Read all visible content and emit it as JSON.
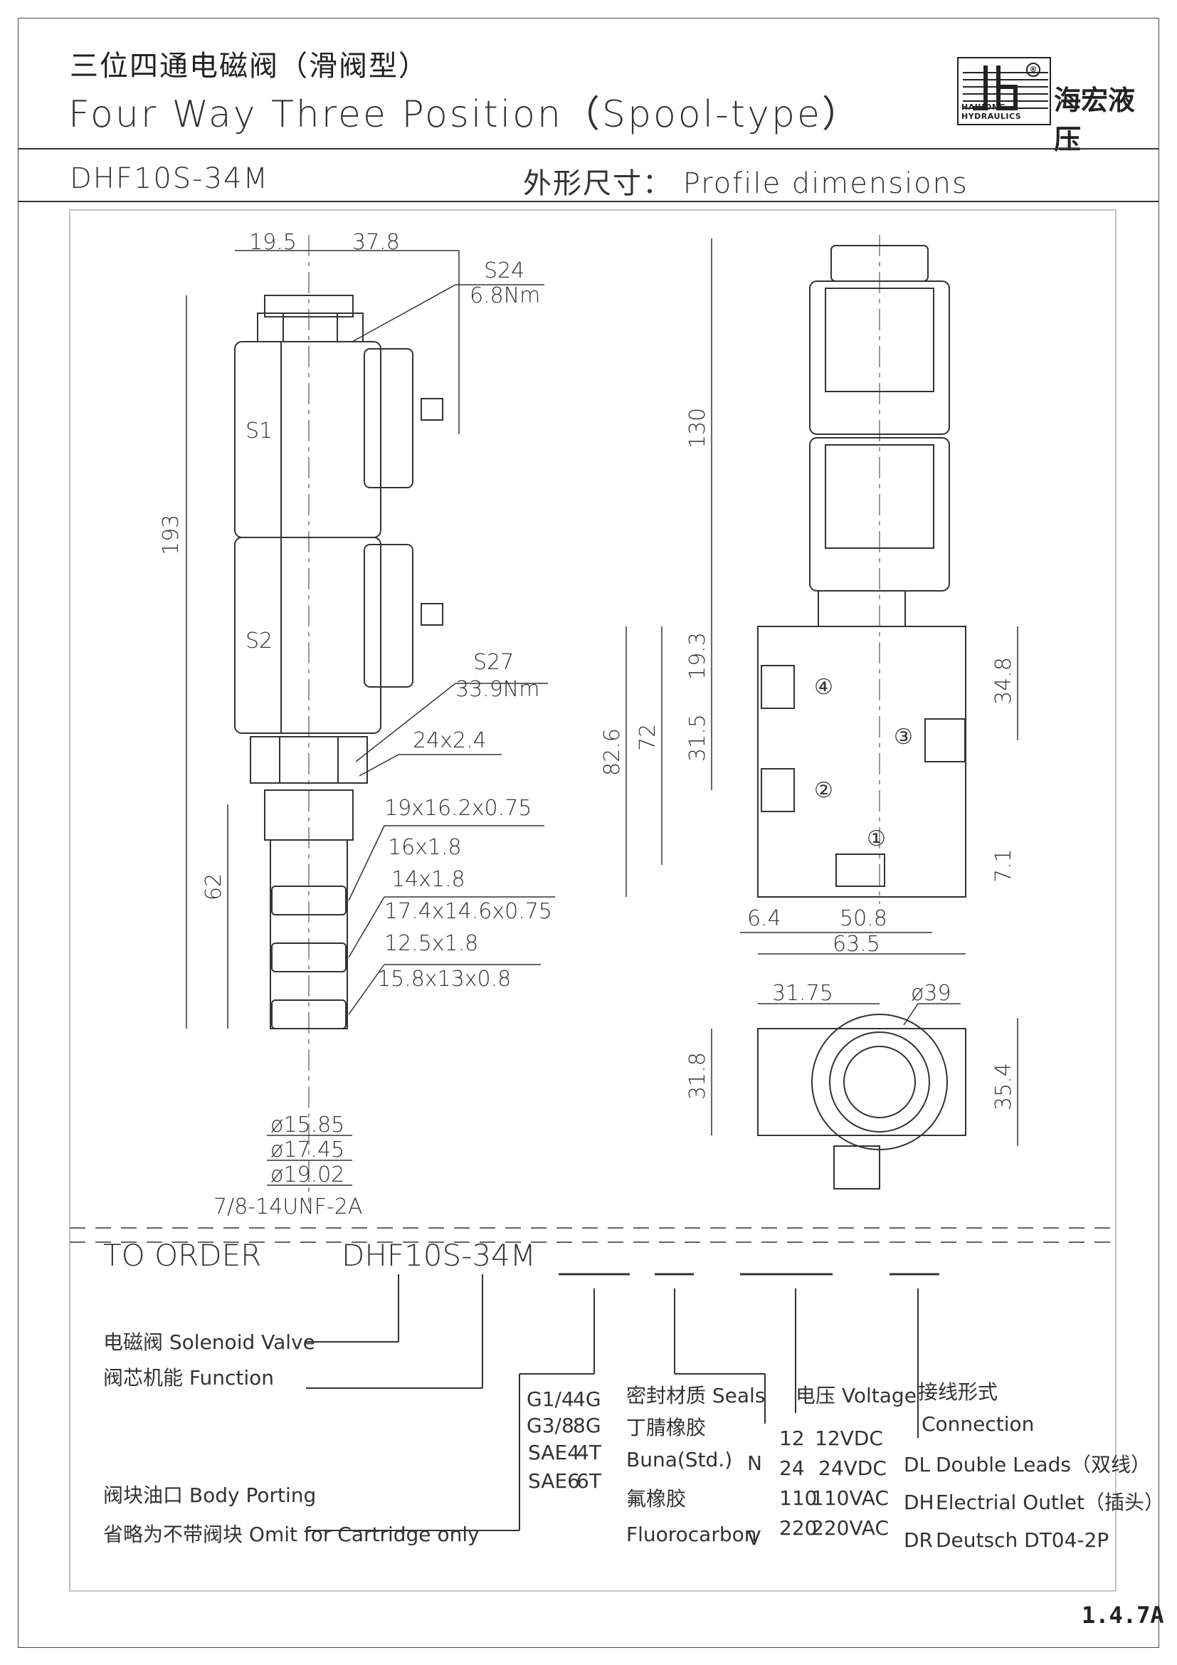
{
  "header": {
    "title_cn": "三位四通电磁阀（滑阀型）",
    "title_en": "Four Way Three Position（Spool-type）",
    "model": "DHF10S-34M",
    "profile_label": "外形尺寸： Profile dimensions",
    "logo_sub": "HAIHONG HYDRAULICS",
    "logo_cn": "海宏液压",
    "logo_mark": "®"
  },
  "side_view": {
    "dims": {
      "top_a": "19.5",
      "top_b": "37.8",
      "s24": "S24",
      "s24_torque": "6.8Nm",
      "overall": "193",
      "s1": "S1",
      "s2": "S2",
      "s27": "S27",
      "s27_torque": "33.9Nm",
      "nut": "24x2.4",
      "cart_len": "62",
      "seal1": "19x16.2x0.75",
      "seal2": "16x1.8",
      "seal3": "14x1.8",
      "seal4": "17.4x14.6x0.75",
      "seal5": "12.5x1.8",
      "seal6": "15.8x13x0.8",
      "d1": "ø15.85",
      "d2": "ø17.45",
      "d3": "ø19.02",
      "thread": "7/8-14UNF-2A"
    }
  },
  "front_view": {
    "dims": {
      "h130": "130",
      "h193": "19.3",
      "h315": "31.5",
      "h72": "72",
      "h826": "82.6",
      "h348": "34.8",
      "h71": "7.1",
      "w64": "6.4",
      "w508": "50.8",
      "w635": "63.5",
      "port1": "①",
      "port2": "②",
      "port3": "③",
      "port4": "④"
    }
  },
  "bottom_view": {
    "dims": {
      "w3175": "31.75",
      "d39": "ø39",
      "h318": "31.8",
      "h354": "35.4"
    }
  },
  "order": {
    "label": "TO ORDER",
    "model": "DHF10S-34M",
    "solenoid": "电磁阀 Solenoid Valve",
    "function": "阀芯机能 Function",
    "body_porting": "阀块油口 Body Porting",
    "omit": "省略为不带阀块 Omit for Cartridge only",
    "ports": [
      {
        "code": "G1/4",
        "val": "4G"
      },
      {
        "code": "G3/8",
        "val": "8G"
      },
      {
        "code": "SAE4",
        "val": "4T"
      },
      {
        "code": "SAE6",
        "val": "6T"
      }
    ],
    "seals_title": "密封材质 Seals",
    "seal_buna_cn": "丁腈橡胶",
    "seal_buna": "Buna(Std.)",
    "seal_buna_code": "N",
    "seal_fluoro_cn": "氟橡胶",
    "seal_fluoro": "Fluorocarbon",
    "seal_fluoro_code": "V",
    "voltage_title": "电压 Voltage",
    "voltages": [
      {
        "code": "12",
        "val": "12VDC"
      },
      {
        "code": "24",
        "val": "24VDC"
      },
      {
        "code": "110",
        "val": "110VAC"
      },
      {
        "code": "220",
        "val": "220VAC"
      }
    ],
    "conn_title_cn": "接线形式",
    "conn_title": "Connection",
    "connections": [
      {
        "code": "DL",
        "val": "Double Leads（双线）"
      },
      {
        "code": "DH",
        "val": "Electrial Outlet（插头）"
      },
      {
        "code": "DR",
        "val": "Deutsch DT04-2P"
      }
    ]
  },
  "page_number": "1.4.7A"
}
